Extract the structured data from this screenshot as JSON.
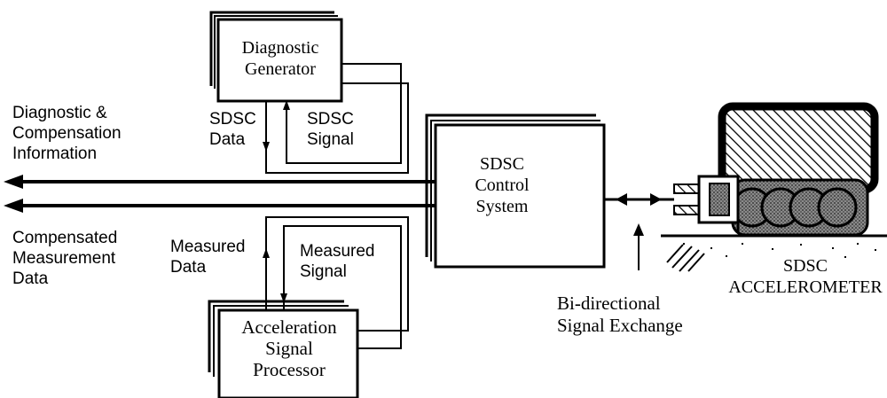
{
  "diagram": {
    "blocks": {
      "diagnostic_generator": "Diagnostic\nGenerator",
      "control_system": "SDSC\nControl\nSystem",
      "acceleration_signal_processor": "Acceleration\nSignal\nProcessor"
    },
    "signals": {
      "diag_comp_info": "Diagnostic &\nCompensation\nInformation",
      "compensated_data": "Compensated\nMeasurement\nData",
      "sdsc_data": "SDSC\nData",
      "sdsc_signal": "SDSC\nSignal",
      "measured_data": "Measured\nData",
      "measured_signal": "Measured\nSignal",
      "bidirectional": "Bi-directional\nSignal Exchange"
    },
    "device_label": "SDSC\nACCELEROMETER"
  }
}
